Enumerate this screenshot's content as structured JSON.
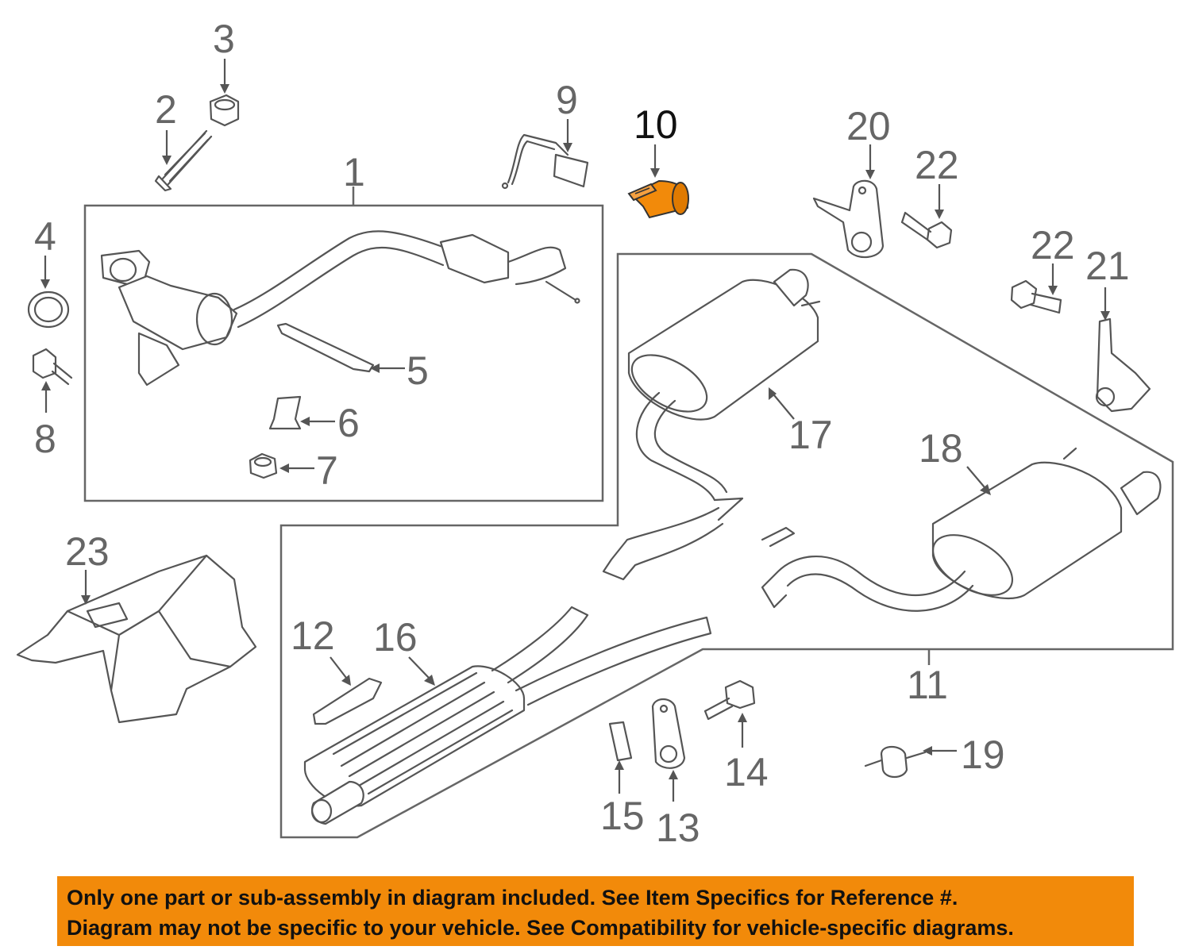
{
  "callouts": {
    "c1": "1",
    "c2": "2",
    "c3": "3",
    "c4": "4",
    "c5": "5",
    "c6": "6",
    "c7": "7",
    "c8": "8",
    "c9": "9",
    "c10": "10",
    "c11": "11",
    "c12": "12",
    "c13": "13",
    "c14": "14",
    "c15": "15",
    "c16": "16",
    "c17": "17",
    "c18": "18",
    "c19": "19",
    "c20": "20",
    "c21": "21",
    "c22a": "22",
    "c22b": "22",
    "c23": "23"
  },
  "highlight_color": "#f28a0a",
  "notice": {
    "line1": "Only one part or sub-assembly in diagram included. See Item Specifics for Reference #.",
    "line2": "Diagram may not be specific to your vehicle. See Compatibility for vehicle-specific diagrams."
  }
}
